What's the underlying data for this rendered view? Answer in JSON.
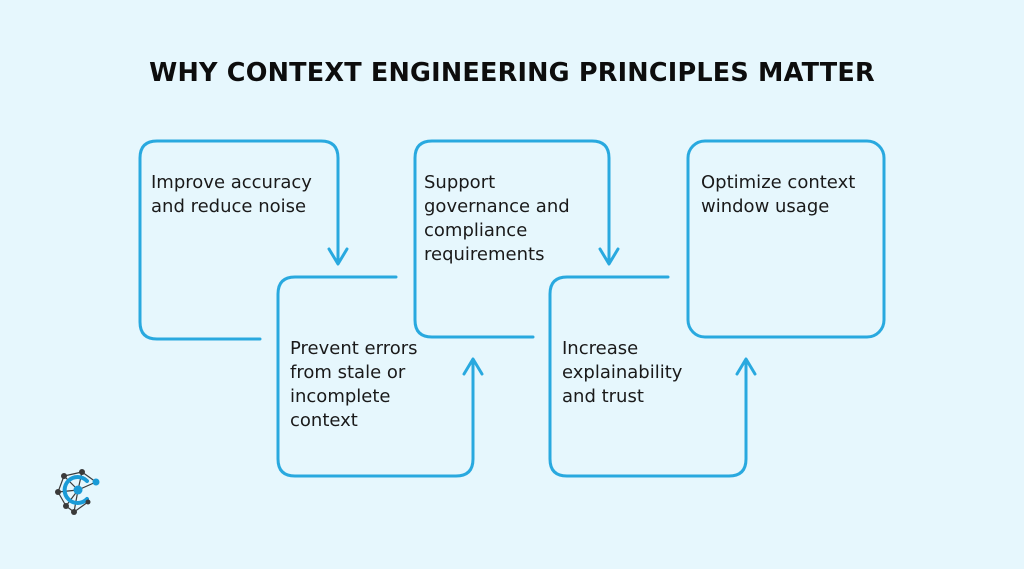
{
  "title": "WHY CONTEXT ENGINEERING PRINCIPLES MATTER",
  "steps": [
    {
      "text": "Improve accuracy and reduce noise"
    },
    {
      "text": "Prevent errors from stale or incomplete context"
    },
    {
      "text": "Support governance and compliance requirements"
    },
    {
      "text": "Increase explainability and trust"
    },
    {
      "text": "Optimize context window usage"
    }
  ],
  "colors": {
    "background": "#e6f7fd",
    "stroke": "#29a9df",
    "text": "#1a1a1a",
    "logo_dark": "#3a3a3a",
    "logo_accent": "#1a9bd7"
  },
  "logo": {
    "icon": "network-c-logo-icon"
  }
}
